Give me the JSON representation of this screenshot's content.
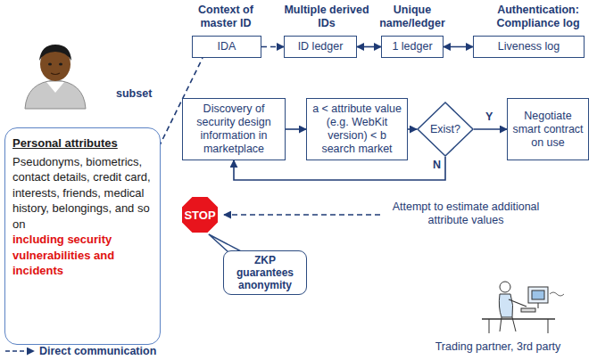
{
  "diagram": {
    "nodes": [
      {
        "text": [
          "IDA"
        ]
      },
      {
        "text": [
          "ID ledger"
        ]
      },
      {
        "text": [
          "1 ledger"
        ]
      },
      {
        "text": [
          "Liveness log"
        ]
      },
      {
        "text": [
          "Personal attributes",
          "Pseudonyms, biometrics, contact details, credit card, interests, friends, medical history, belongings, and so on",
          "including security vulnerabilities and incidents"
        ]
      },
      {
        "text": [
          "Discovery of security design information in marketplace"
        ]
      },
      {
        "text": [
          "a < attribute value (e.g. WebKit version) < b search market"
        ]
      },
      {
        "text": [
          "Exist?"
        ]
      },
      {
        "text": [
          "Negotiate smart contract on use"
        ]
      },
      {
        "text": [
          "STOP"
        ]
      },
      {
        "text": [
          "ZKP guarantees anonymity"
        ]
      }
    ],
    "edges": [
      {
        "from": 0,
        "to": 1,
        "arrow": "to"
      },
      {
        "from": 1,
        "to": 2,
        "arrow": "both"
      },
      {
        "from": 2,
        "to": 3,
        "arrow": "both"
      },
      {
        "from": 4,
        "to": 0,
        "label": "subset",
        "arrow": "none"
      },
      {
        "from": 5,
        "to": 6,
        "arrow": "to"
      },
      {
        "from": 6,
        "to": 7,
        "arrow": "to"
      },
      {
        "from": 7,
        "to": 8,
        "label": "Y",
        "arrow": "to"
      },
      {
        "from": 7,
        "to": 5,
        "label": "N",
        "arrow": "to"
      }
    ],
    "labels": [
      "Context of master ID",
      "Multiple derived IDs",
      "Unique name/ledger",
      "Authentication: Compliance log",
      "Attempt to estimate additional attribute values",
      "Trading partner, 3rd party"
    ],
    "legend": [
      {
        "text": "Direct communication"
      }
    ]
  }
}
